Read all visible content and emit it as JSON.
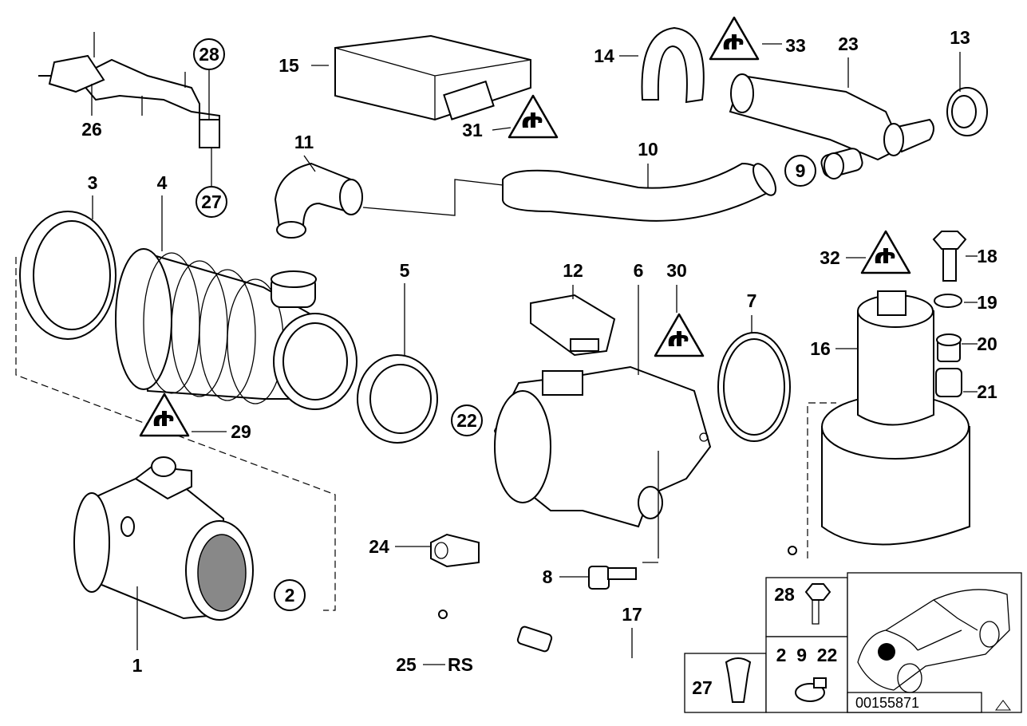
{
  "diagram_id": "00155871",
  "callouts": {
    "c1": "1",
    "c2": "2",
    "c3": "3",
    "c4": "4",
    "c5": "5",
    "c6": "6",
    "c7": "7",
    "c8": "8",
    "c9": "9",
    "c10": "10",
    "c11": "11",
    "c12": "12",
    "c13": "13",
    "c14": "14",
    "c15": "15",
    "c16": "16",
    "c17": "17",
    "c18": "18",
    "c19": "19",
    "c20": "20",
    "c21": "21",
    "c22": "22",
    "c23": "23",
    "c24": "24",
    "c25": "25",
    "c26": "26",
    "c27": "27",
    "c28": "28",
    "c29": "29",
    "c30": "30",
    "c31": "31",
    "c32": "32",
    "c33": "33",
    "rs": "RS"
  },
  "legend_box": {
    "top": "28",
    "middle": "2  9  22",
    "bottom": "27"
  },
  "warning_icon": "warning-triangle-icon",
  "colors": {
    "line": "#000000",
    "background": "#ffffff"
  }
}
